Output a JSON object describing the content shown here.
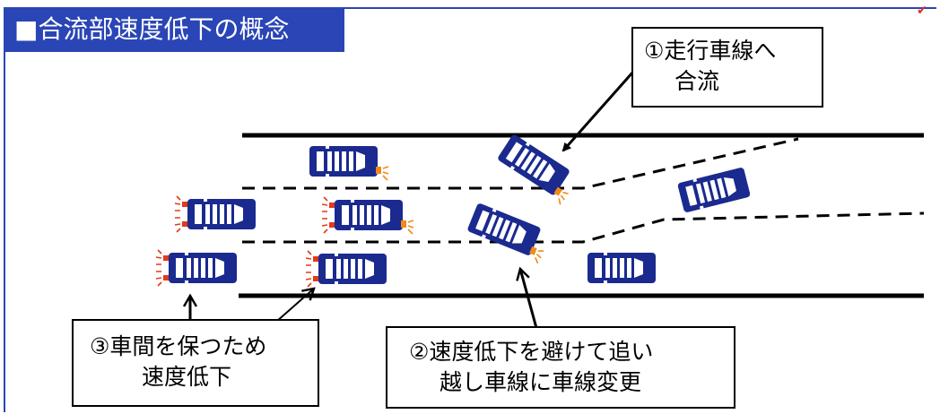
{
  "title": "■合流部速度低下の概念",
  "callouts": {
    "merge": [
      "①走行車線へ",
      "合流"
    ],
    "keep_distance": [
      "③車間を保つため",
      "速度低下"
    ],
    "lane_change": [
      "②速度低下を避けて追い",
      "越し車線に車線変更"
    ]
  },
  "colors": {
    "accent": "#2a45b5",
    "car_body": "#1a2a8f",
    "brake_light": "#e23a1a",
    "turn_signal": "#f08a18"
  }
}
